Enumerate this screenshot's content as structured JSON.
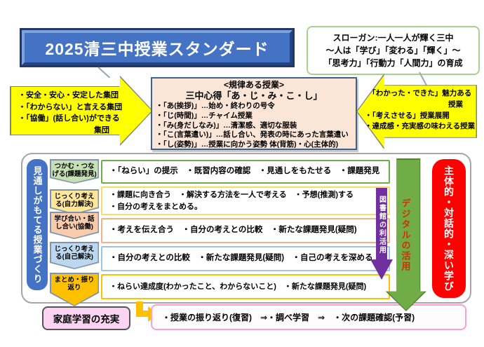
{
  "colors": {
    "title_blue": "#4472c4",
    "slogan_border": "#a9d18e",
    "arrow_yellow": "#ffff00",
    "discipline_fill": "#fbe5d6",
    "library_purple": "#7030a0",
    "digital_green": "#70ad47",
    "digital_text": "#cc3300",
    "deep_learning_red": "#ff0000",
    "home_fill": "#fbd3f3",
    "elbow_gold": "#ffc000"
  },
  "title": "2025清三中授業スタンダード",
  "slogan": {
    "line1": "スローガン:一人一人が輝く三中",
    "line2": "〜人は「学び」「変わる」「輝く」〜",
    "line3": "「思考力」「行動力「人間力」の育成"
  },
  "left_arrow": {
    "line1": "・安全・安心・安定した集団",
    "line2": "・「わからない」と言える集団",
    "line3": "・「協働」(話し合い)ができる",
    "line4": "集団"
  },
  "right_arrow": {
    "line1": "・「わかった・できた」魅力ある",
    "line2": "授業",
    "line3": "・「考えさせる」授業展開",
    "line4": "・達成感・充実感の味わえる授業"
  },
  "discipline": {
    "heading": "<規律ある授業>",
    "subheading": "三中心得「あ・じ・み・こ・し」",
    "items": [
      "・「あ(挨拶)」…始め・終わりの号令",
      "・「じ(時間)」…チャイム授業",
      "・「み(身だしなみ)」…清潔感、適切な服装",
      "・「こ(言葉遣い)」…話し合い、発表の時にあった言葉遣い",
      "・「し(姿勢)」…授業に向かう姿勢 体(背筋)・心(主体的)"
    ]
  },
  "process": {
    "left_label": "見通しがもてる授業づくり",
    "stages": [
      {
        "label": "つかむ・つなげる(課題発見)",
        "color": "#c6e0b4"
      },
      {
        "label": "じっくり考える(自力解決)",
        "color": "#ffe699"
      },
      {
        "label": "学び合い・話し合い(協働)",
        "color": "#f8cbad"
      },
      {
        "label": "じっくり考える(自己解決)",
        "color": "#bdd7ee"
      },
      {
        "label": "まとめ・振り返り",
        "color": "#ffc000"
      }
    ],
    "rows": [
      {
        "border": "#70ad47",
        "line1": "・「ねらい」の提示　・既習内容の確認　・見通しをもたせる　・課題発見"
      },
      {
        "border": "#ffd966",
        "line1": "・課題に向き合う　・解決する方法を一人で考える　・予想(推測)する",
        "line2": "・自分の考えをまとめる。"
      },
      {
        "border": "#f4b183",
        "line1": "・考えを伝え合う　・自分の考えとの比較　・新たな課題発見(疑問)"
      },
      {
        "border": "#9dc3e6",
        "line1": "・自分の考えとの比較　・新たな課題発見(疑問)　・自己の考えを深める"
      },
      {
        "border": "#ffc000",
        "line1": "・ねらい達成度(わかったこと、わからないこと)　・新たな課題発見(疑問)"
      }
    ],
    "library_arrow": "図書館の利活用",
    "digital_arrow": "デジタルの活用",
    "right_label": "主体的・対話的・深い学び"
  },
  "bottom": {
    "home_label": "家庭学習の充実",
    "flow": "・授業の振り返り(復習)　⇒・調べ学習　⇒　・次の課題確認(予習)"
  }
}
